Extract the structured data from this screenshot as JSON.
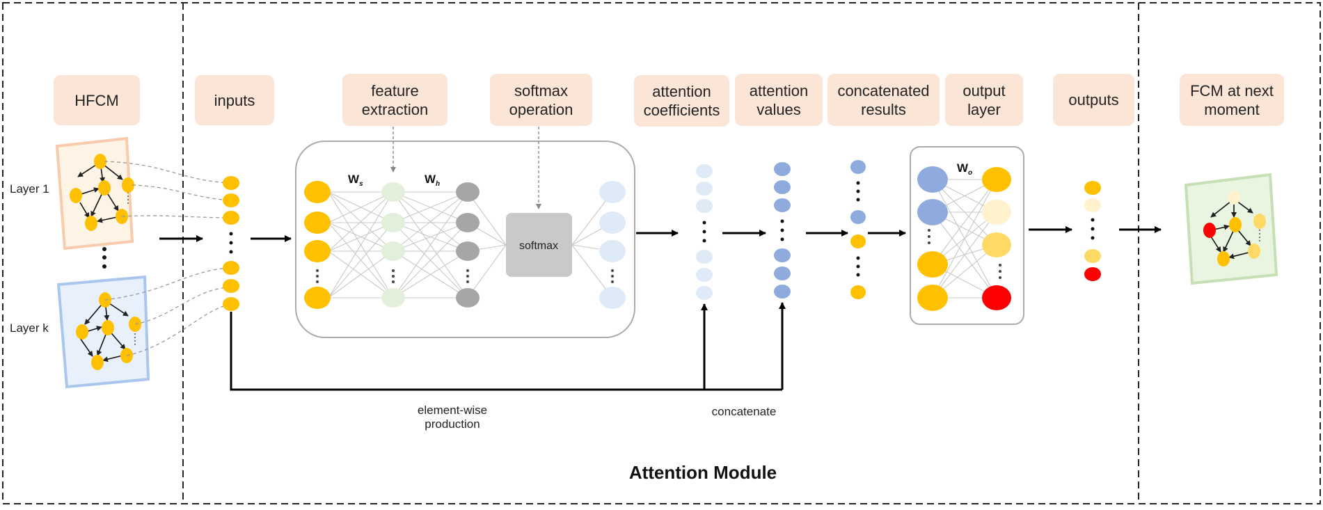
{
  "labels": {
    "hfcm": "HFCM",
    "inputs": "inputs",
    "feature_extraction": "feature extraction",
    "softmax_operation": "softmax operation",
    "attention_coefficients": "attention coefficients",
    "attention_values": "attention values",
    "concatenated_results": "concatenated results",
    "output_layer": "output layer",
    "outputs": "outputs",
    "fcm_next": "FCM at next moment"
  },
  "layers": {
    "layer1": "Layer 1",
    "layerk": "Layer k"
  },
  "network": {
    "w_s": "W",
    "w_s_sub": "s",
    "w_h": "W",
    "w_h_sub": "h",
    "w_o": "W",
    "w_o_sub": "o",
    "softmax": "softmax"
  },
  "bottom": {
    "element_wise": "element-wise production",
    "concatenate": "concatenate"
  },
  "module_title": "Attention Module",
  "colors": {
    "node_yellow": "#ffc000",
    "node_light_green": "#e2efda",
    "node_gray": "#a6a6a6",
    "node_light_blue": "#deebf7",
    "node_blue": "#8faadc",
    "node_red": "#ff0000",
    "node_pale_yellow": "#fff2cc",
    "node_mid_yellow": "#ffd966",
    "label_bg": "#fbe5d6",
    "softmax_box": "#c9c9c9"
  }
}
